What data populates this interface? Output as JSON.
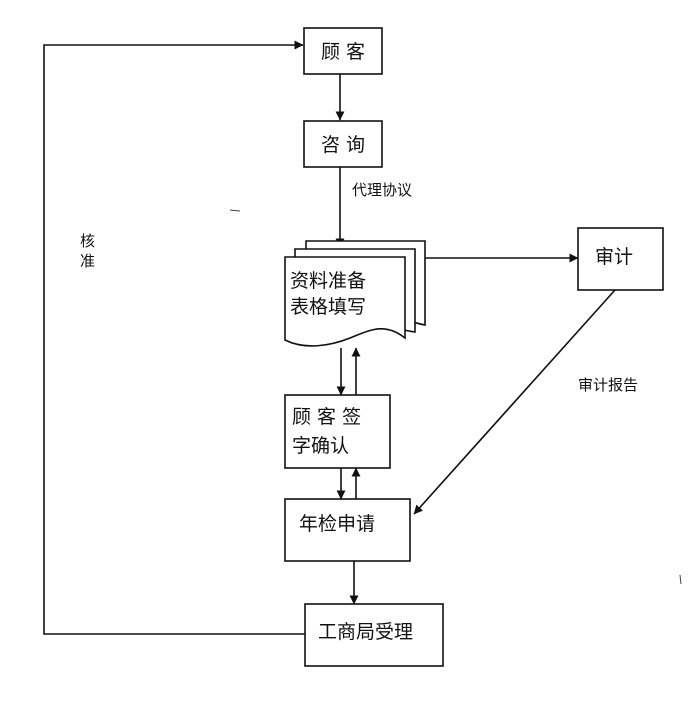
{
  "nodes": {
    "customer": "顾 客",
    "consult": "咨 询",
    "prepare_line1": "资料准备",
    "prepare_line2": "表格填写",
    "audit": "审计",
    "confirm_line1": "顾 客 签",
    "confirm_line2": "字确认",
    "apply": "年检申请",
    "bureau": "工商局受理"
  },
  "edge_labels": {
    "agency_agreement": "代理协议",
    "audit_report": "审计报告",
    "approve_char1": "核",
    "approve_char2": "准"
  }
}
